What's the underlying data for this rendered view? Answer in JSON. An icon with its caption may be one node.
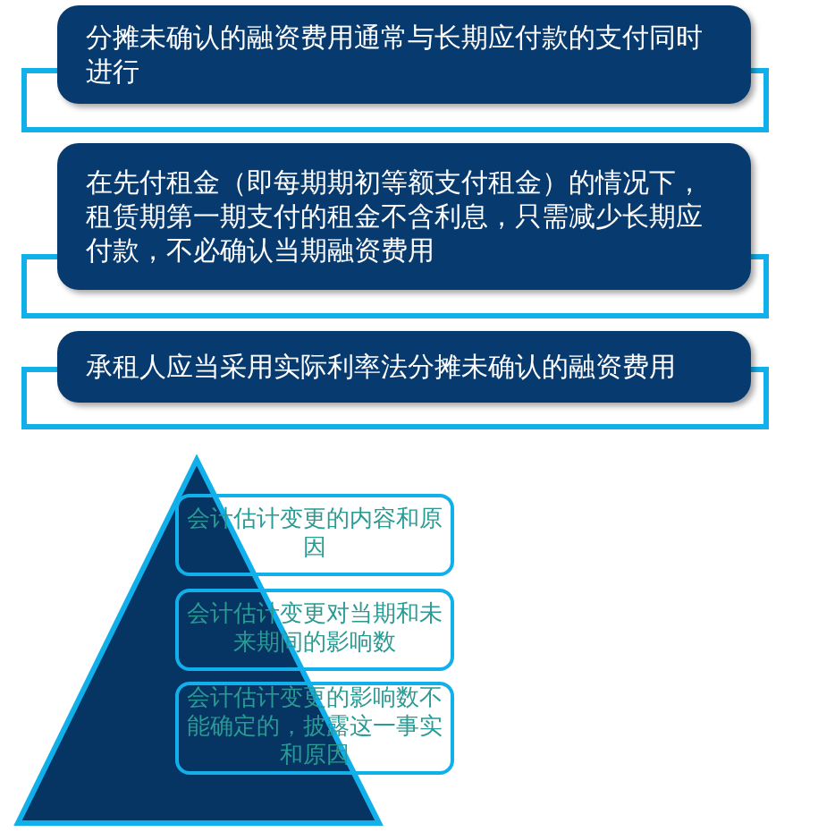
{
  "diagram": {
    "nodes": [
      {
        "text": [
          "分摊未确认的融资费用通常与长期应付款的支付同时进行"
        ]
      },
      {
        "text": [
          "在先付租金（即每期期初等额支付租金）的情况下，租赁期第一期支付的租金不含利息，只需减少长期应付款，不必确认当期融资费用"
        ]
      },
      {
        "text": [
          "承租人应当采用实际利率法分摊未确认的融资费用"
        ]
      },
      {
        "text": [
          "会计估计变更的内容和原因"
        ]
      },
      {
        "text": [
          "会计估计变更对当期和未来期间的影响数"
        ]
      },
      {
        "text": [
          "会计估计变更的影响数不能确定的，披露这一事实和原因"
        ]
      }
    ]
  }
}
